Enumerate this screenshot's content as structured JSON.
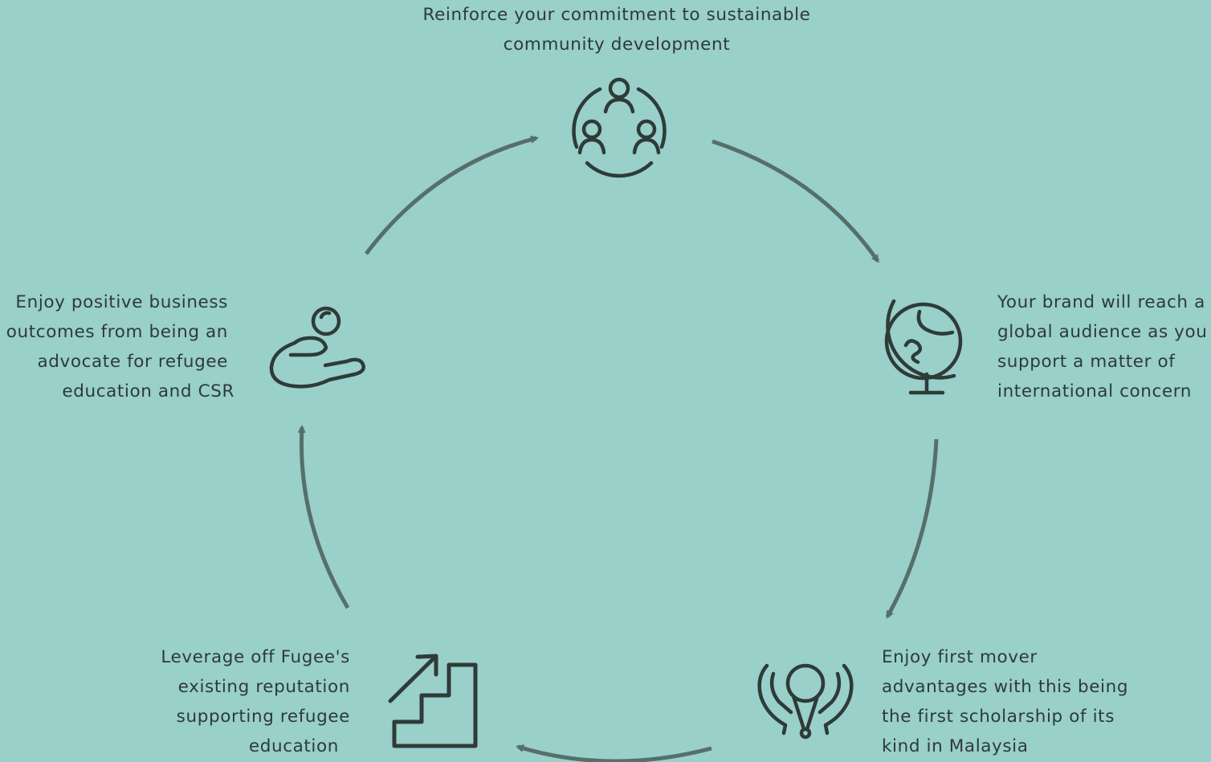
{
  "diagram": {
    "type": "cycle",
    "colors": {
      "background": "#99d0c9",
      "arrow": "#566f6b",
      "icon": "#2f3b38",
      "text": "#2e3a38"
    },
    "nodes": [
      {
        "id": "community",
        "icon": "community-circle-icon",
        "lines": [
          "Reinforce your commitment to sustainable",
          "community development"
        ]
      },
      {
        "id": "global",
        "icon": "globe-icon",
        "lines": [
          "Your brand will reach a",
          "global audience as you",
          "support a matter of",
          "international concern"
        ]
      },
      {
        "id": "first-mover",
        "icon": "lightbulb-hands-icon",
        "lines": [
          "Enjoy first mover",
          "advantages with this being",
          "the first scholarship of its",
          "kind in Malaysia"
        ]
      },
      {
        "id": "reputation",
        "icon": "stairs-arrow-icon",
        "lines": [
          "Leverage off Fugee's",
          "existing reputation",
          "supporting refugee",
          "education"
        ]
      },
      {
        "id": "business",
        "icon": "hand-coin-icon",
        "lines": [
          "Enjoy positive business",
          "outcomes from being an",
          "advocate for refugee",
          "education and CSR"
        ]
      }
    ]
  }
}
